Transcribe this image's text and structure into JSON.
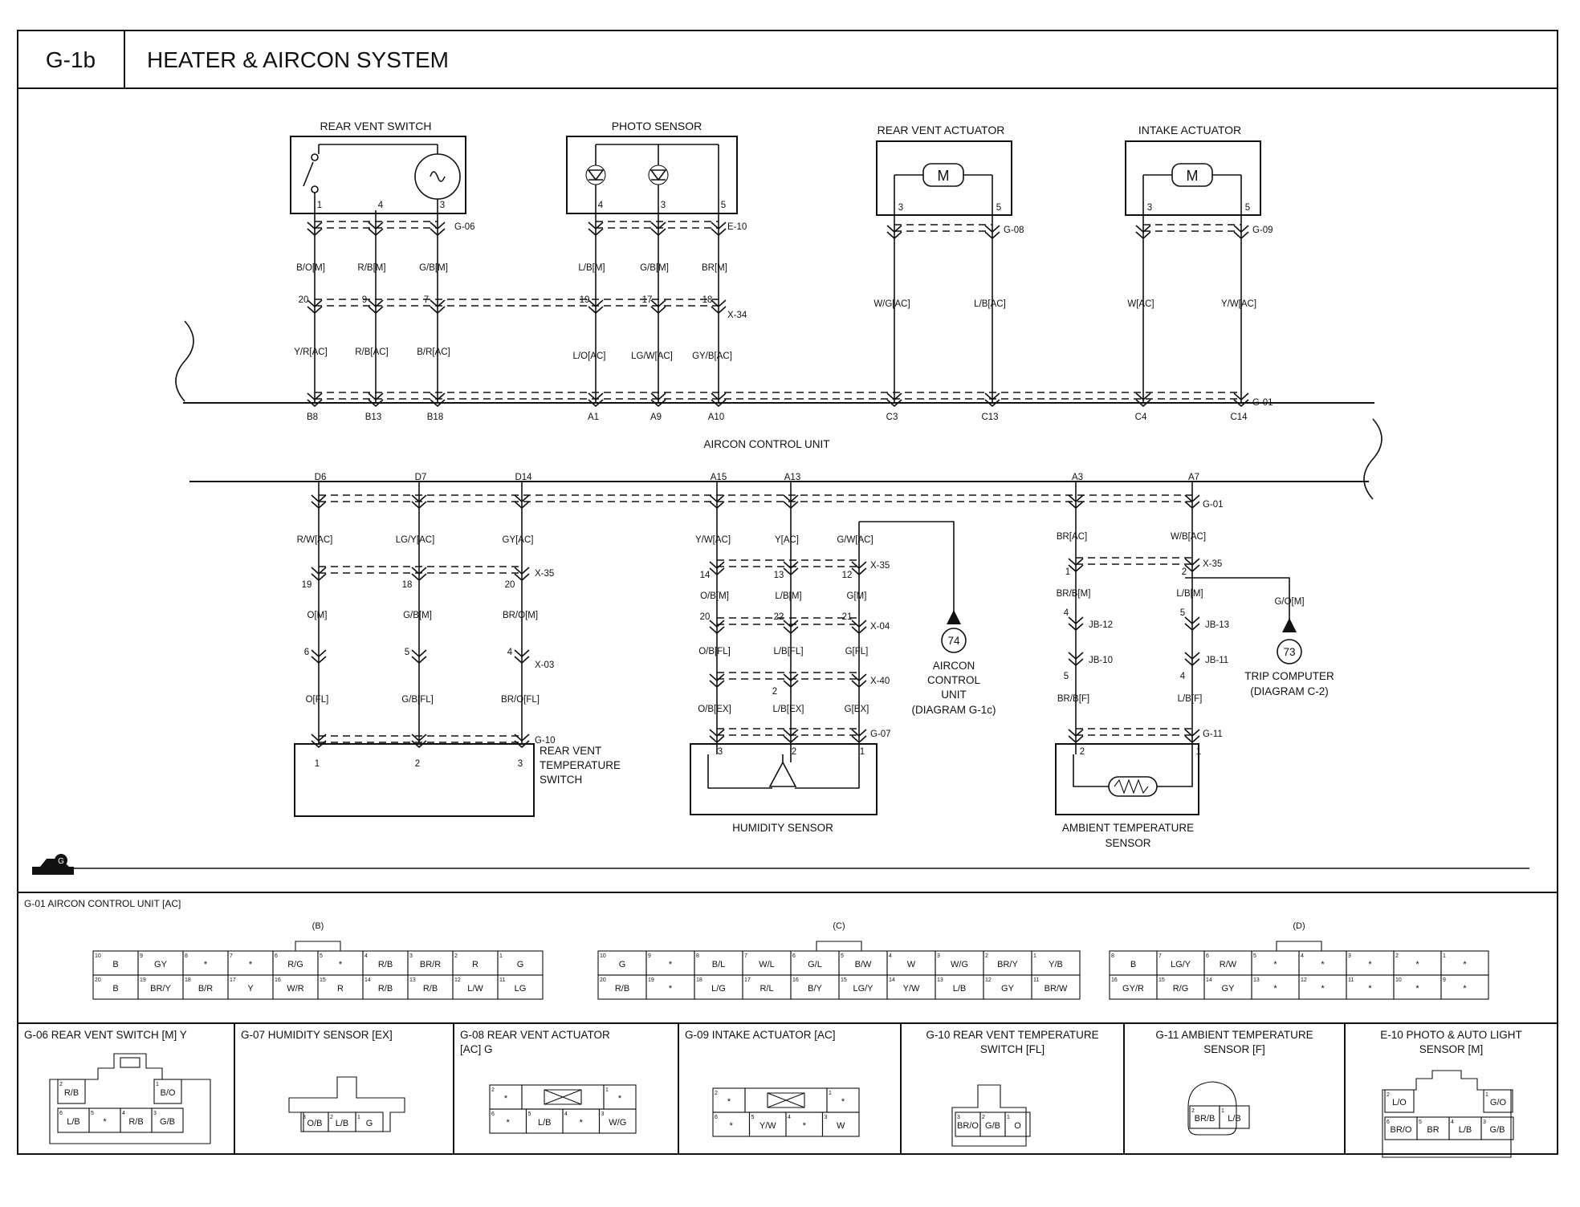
{
  "header": {
    "code": "G-1b",
    "title": "HEATER & AIRCON SYSTEM"
  },
  "control_unit": {
    "label": "AIRCON CONTROL UNIT",
    "top_pins": [
      "B8",
      "B13",
      "B18",
      "A1",
      "A9",
      "A10",
      "C3",
      "C13",
      "C4",
      "C14"
    ],
    "bottom_pins": [
      "D6",
      "D7",
      "D14",
      "A15",
      "A13",
      "A3",
      "A7"
    ],
    "g01_top": "G-01",
    "g01_bottom": "G-01"
  },
  "components": {
    "rear_vent_switch": {
      "label": "REAR VENT SWITCH",
      "pins": [
        "1",
        "4",
        "3"
      ],
      "connector": "G-06",
      "wires_m": [
        "B/O[M]",
        "R/B[M]",
        "G/B[M]"
      ],
      "x34_pins": [
        "20",
        "9",
        "7"
      ],
      "wires_ac": [
        "Y/R[AC]",
        "R/B[AC]",
        "B/R[AC]"
      ]
    },
    "photo_sensor": {
      "label": "PHOTO SENSOR",
      "pins": [
        "4",
        "3",
        "5"
      ],
      "connector": "E-10",
      "wires_m": [
        "L/B[M]",
        "G/B[M]",
        "BR[M]"
      ],
      "x34_pins": [
        "19",
        "17",
        "18"
      ],
      "x34": "X-34",
      "wires_ac": [
        "L/O[AC]",
        "LG/W[AC]",
        "GY/B[AC]"
      ]
    },
    "rear_vent_actuator": {
      "label": "REAR VENT ACTUATOR",
      "pins": [
        "3",
        "5"
      ],
      "connector": "G-08",
      "wires": [
        "W/G[AC]",
        "L/B[AC]"
      ],
      "motor": "M"
    },
    "intake_actuator": {
      "label": "INTAKE ACTUATOR",
      "pins": [
        "3",
        "5"
      ],
      "connector": "G-09",
      "wires": [
        "W[AC]",
        "Y/W[AC]"
      ],
      "motor": "M"
    },
    "rear_vent_temp_switch": {
      "label_lines": [
        "REAR VENT",
        "TEMPERATURE",
        "SWITCH"
      ],
      "pins": [
        "1",
        "2",
        "3"
      ],
      "connector": "G-10",
      "wires_ac": [
        "R/W[AC]",
        "LG/Y[AC]",
        "GY[AC]"
      ],
      "x35_pins": [
        "19",
        "18",
        "20"
      ],
      "x35": "X-35",
      "wires_m": [
        "O[M]",
        "G/B[M]",
        "BR/O[M]"
      ],
      "x03_pins": [
        "6",
        "5",
        "4"
      ],
      "x03": "X-03",
      "wires_fl": [
        "O[FL]",
        "G/B[FL]",
        "BR/O[FL]"
      ]
    },
    "humidity_sensor": {
      "label": "HUMIDITY SENSOR",
      "pins": [
        "3",
        "2",
        "1"
      ],
      "connector": "G-07",
      "wires_ac": [
        "Y/W[AC]",
        "Y[AC]",
        "G/W[AC]"
      ],
      "x35_pins": [
        "14",
        "13",
        "12"
      ],
      "x35": "X-35",
      "wires_m": [
        "O/B[M]",
        "L/B[M]",
        "G[M]"
      ],
      "x04_pins": [
        "20",
        "22",
        "21"
      ],
      "x04": "X-04",
      "wires_fl": [
        "O/B[FL]",
        "L/B[FL]",
        "G[FL]"
      ],
      "x40_pin": "2",
      "x40": "X-40",
      "wires_ex": [
        "O/B[EX]",
        "L/B[EX]",
        "G[EX]"
      ]
    },
    "ref74": {
      "num": "74",
      "lines": [
        "AIRCON",
        "CONTROL",
        "UNIT",
        "(DIAGRAM G-1c)"
      ]
    },
    "ambient_sensor": {
      "label_lines": [
        "AMBIENT TEMPERATURE",
        "SENSOR"
      ],
      "pins": [
        "2",
        "1"
      ],
      "connector": "G-11",
      "wires_ac": [
        "BR[AC]",
        "W/B[AC]"
      ],
      "x35_pins": [
        "1",
        "2"
      ],
      "x35": "X-35",
      "wires_m": [
        "BR/B[M]",
        "L/B[M]"
      ],
      "jb_top_pins": [
        "4",
        "5"
      ],
      "jb_top": [
        "JB-12",
        "JB-13"
      ],
      "jb_bot_pins": [
        "5",
        "4"
      ],
      "jb_bot": [
        "JB-10",
        "JB-11"
      ],
      "wires_f": [
        "BR/B[F]",
        "L/B[F]"
      ]
    },
    "ref73": {
      "num": "73",
      "wire": "G/O[M]",
      "lines": [
        "TRIP COMPUTER",
        "(DIAGRAM C-2)"
      ]
    }
  },
  "marker": "G",
  "connectors_panel": {
    "title": "G-01 AIRCON CONTROL UNIT [AC]",
    "groups": [
      {
        "label": "(B)",
        "top": [
          [
            "10",
            "B"
          ],
          [
            "9",
            "GY"
          ],
          [
            "8",
            "*"
          ],
          [
            "7",
            "*"
          ],
          [
            "6",
            "R/G"
          ],
          [
            "5",
            "*"
          ],
          [
            "4",
            "R/B"
          ],
          [
            "3",
            "BR/R"
          ],
          [
            "2",
            "R"
          ],
          [
            "1",
            "G"
          ]
        ],
        "bottom": [
          [
            "20",
            "B"
          ],
          [
            "19",
            "BR/Y"
          ],
          [
            "18",
            "B/R"
          ],
          [
            "17",
            "Y"
          ],
          [
            "16",
            "W/R"
          ],
          [
            "15",
            "R"
          ],
          [
            "14",
            "R/B"
          ],
          [
            "13",
            "R/B"
          ],
          [
            "12",
            "L/W"
          ],
          [
            "11",
            "LG"
          ]
        ]
      },
      {
        "label": "(C)",
        "top": [
          [
            "10",
            "G"
          ],
          [
            "9",
            "*"
          ],
          [
            "8",
            "B/L"
          ],
          [
            "7",
            "W/L"
          ],
          [
            "6",
            "G/L"
          ],
          [
            "5",
            "B/W"
          ],
          [
            "4",
            "W"
          ],
          [
            "3",
            "W/G"
          ],
          [
            "2",
            "BR/Y"
          ],
          [
            "1",
            "Y/B"
          ]
        ],
        "bottom": [
          [
            "20",
            "R/B"
          ],
          [
            "19",
            "*"
          ],
          [
            "18",
            "L/G"
          ],
          [
            "17",
            "R/L"
          ],
          [
            "16",
            "B/Y"
          ],
          [
            "15",
            "LG/Y"
          ],
          [
            "14",
            "Y/W"
          ],
          [
            "13",
            "L/B"
          ],
          [
            "12",
            "GY"
          ],
          [
            "11",
            "BR/W"
          ]
        ]
      },
      {
        "label": "(D)",
        "top": [
          [
            "8",
            "B"
          ],
          [
            "7",
            "LG/Y"
          ],
          [
            "6",
            "R/W"
          ],
          [
            "5",
            "*"
          ],
          [
            "4",
            "*"
          ],
          [
            "3",
            "*"
          ],
          [
            "2",
            "*"
          ],
          [
            "1",
            "*"
          ]
        ],
        "bottom": [
          [
            "16",
            "GY/R"
          ],
          [
            "15",
            "R/G"
          ],
          [
            "14",
            "GY"
          ],
          [
            "13",
            "*"
          ],
          [
            "12",
            "*"
          ],
          [
            "11",
            "*"
          ],
          [
            "10",
            "*"
          ],
          [
            "9",
            "*"
          ]
        ]
      }
    ]
  },
  "bottom_connectors": [
    {
      "title": "G-06 REAR VENT SWITCH [M] Y"
    },
    {
      "title": "G-07 HUMIDITY SENSOR [EX]"
    },
    {
      "title_lines": [
        "G-08 REAR VENT ACTUATOR",
        "[AC] G"
      ]
    },
    {
      "title": "G-09 INTAKE ACTUATOR [AC]"
    },
    {
      "title_lines": [
        "G-10 REAR VENT TEMPERATURE",
        "SWITCH [FL]"
      ]
    },
    {
      "title_lines": [
        "G-11 AMBIENT TEMPERATURE",
        "SENSOR [F]"
      ]
    },
    {
      "title_lines": [
        "E-10 PHOTO & AUTO LIGHT",
        "SENSOR [M]"
      ]
    }
  ],
  "bottom_cells": {
    "g06": [
      [
        "2",
        "R/B"
      ],
      [
        "1",
        "B/O"
      ],
      [
        "6",
        "L/B"
      ],
      [
        "5",
        "*"
      ],
      [
        "4",
        "R/B"
      ],
      [
        "3",
        "G/B"
      ]
    ],
    "g07": [
      [
        "3",
        "O/B"
      ],
      [
        "2",
        "L/B"
      ],
      [
        "1",
        "G"
      ]
    ],
    "g08": [
      [
        "2",
        "*"
      ],
      [
        "1",
        "*"
      ],
      [
        "6",
        "*"
      ],
      [
        "5",
        "L/B"
      ],
      [
        "4",
        "*"
      ],
      [
        "3",
        "W/G"
      ]
    ],
    "g09": [
      [
        "2",
        "*"
      ],
      [
        "1",
        "*"
      ],
      [
        "6",
        "*"
      ],
      [
        "5",
        "Y/W"
      ],
      [
        "4",
        "*"
      ],
      [
        "3",
        "W"
      ]
    ],
    "g10": [
      [
        "3",
        "BR/O"
      ],
      [
        "2",
        "G/B"
      ],
      [
        "1",
        "O"
      ]
    ],
    "g11": [
      [
        "2",
        "BR/B"
      ],
      [
        "1",
        "L/B"
      ]
    ],
    "e10": [
      [
        "2",
        "L/O"
      ],
      [
        "1",
        "G/O"
      ],
      [
        "6",
        "BR/O"
      ],
      [
        "5",
        "BR"
      ],
      [
        "4",
        "L/B"
      ],
      [
        "3",
        "G/B"
      ]
    ]
  }
}
